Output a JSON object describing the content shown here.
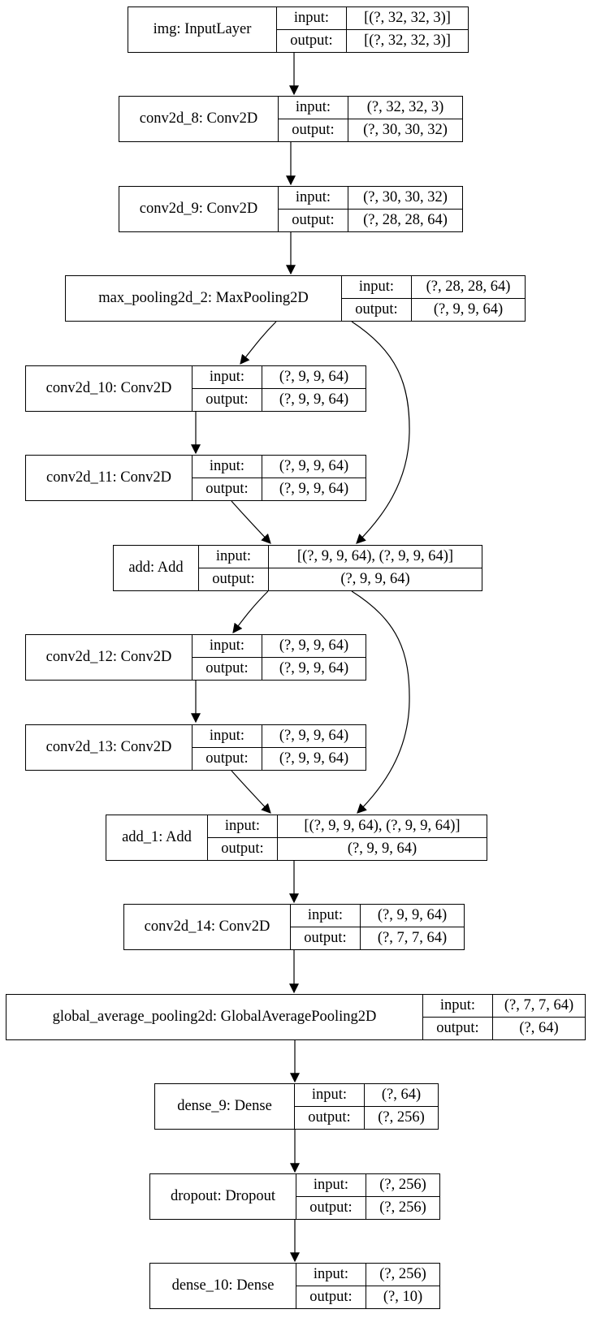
{
  "diagram": {
    "kind": "keras-model-architecture",
    "row_labels": {
      "input": "input:",
      "output": "output:"
    },
    "colors": {
      "border": "#000000",
      "background": "#ffffff",
      "text": "#000000",
      "edge": "#000000"
    },
    "nodes": [
      {
        "id": "img",
        "label": "img: InputLayer",
        "input": "[(?, 32, 32, 3)]",
        "output": "[(?, 32, 32, 3)]"
      },
      {
        "id": "conv2d_8",
        "label": "conv2d_8: Conv2D",
        "input": "(?, 32, 32, 3)",
        "output": "(?, 30, 30, 32)"
      },
      {
        "id": "conv2d_9",
        "label": "conv2d_9: Conv2D",
        "input": "(?, 30, 30, 32)",
        "output": "(?, 28, 28, 64)"
      },
      {
        "id": "max_pooling2d_2",
        "label": "max_pooling2d_2: MaxPooling2D",
        "input": "(?, 28, 28, 64)",
        "output": "(?, 9, 9, 64)"
      },
      {
        "id": "conv2d_10",
        "label": "conv2d_10: Conv2D",
        "input": "(?, 9, 9, 64)",
        "output": "(?, 9, 9, 64)"
      },
      {
        "id": "conv2d_11",
        "label": "conv2d_11: Conv2D",
        "input": "(?, 9, 9, 64)",
        "output": "(?, 9, 9, 64)"
      },
      {
        "id": "add",
        "label": "add: Add",
        "input": "[(?, 9, 9, 64), (?, 9, 9, 64)]",
        "output": "(?, 9, 9, 64)"
      },
      {
        "id": "conv2d_12",
        "label": "conv2d_12: Conv2D",
        "input": "(?, 9, 9, 64)",
        "output": "(?, 9, 9, 64)"
      },
      {
        "id": "conv2d_13",
        "label": "conv2d_13: Conv2D",
        "input": "(?, 9, 9, 64)",
        "output": "(?, 9, 9, 64)"
      },
      {
        "id": "add_1",
        "label": "add_1: Add",
        "input": "[(?, 9, 9, 64), (?, 9, 9, 64)]",
        "output": "(?, 9, 9, 64)"
      },
      {
        "id": "conv2d_14",
        "label": "conv2d_14: Conv2D",
        "input": "(?, 9, 9, 64)",
        "output": "(?, 7, 7, 64)"
      },
      {
        "id": "global_average_pooling2d",
        "label": "global_average_pooling2d: GlobalAveragePooling2D",
        "input": "(?, 7, 7, 64)",
        "output": "(?, 64)"
      },
      {
        "id": "dense_9",
        "label": "dense_9: Dense",
        "input": "(?, 64)",
        "output": "(?, 256)"
      },
      {
        "id": "dropout",
        "label": "dropout: Dropout",
        "input": "(?, 256)",
        "output": "(?, 256)"
      },
      {
        "id": "dense_10",
        "label": "dense_10: Dense",
        "input": "(?, 256)",
        "output": "(?, 10)"
      }
    ],
    "edges": [
      {
        "from": "img",
        "to": "conv2d_8"
      },
      {
        "from": "conv2d_8",
        "to": "conv2d_9"
      },
      {
        "from": "conv2d_9",
        "to": "max_pooling2d_2"
      },
      {
        "from": "max_pooling2d_2",
        "to": "conv2d_10"
      },
      {
        "from": "max_pooling2d_2",
        "to": "add"
      },
      {
        "from": "conv2d_10",
        "to": "conv2d_11"
      },
      {
        "from": "conv2d_11",
        "to": "add"
      },
      {
        "from": "add",
        "to": "conv2d_12"
      },
      {
        "from": "add",
        "to": "add_1"
      },
      {
        "from": "conv2d_12",
        "to": "conv2d_13"
      },
      {
        "from": "conv2d_13",
        "to": "add_1"
      },
      {
        "from": "add_1",
        "to": "conv2d_14"
      },
      {
        "from": "conv2d_14",
        "to": "global_average_pooling2d"
      },
      {
        "from": "global_average_pooling2d",
        "to": "dense_9"
      },
      {
        "from": "dense_9",
        "to": "dropout"
      },
      {
        "from": "dropout",
        "to": "dense_10"
      }
    ]
  }
}
